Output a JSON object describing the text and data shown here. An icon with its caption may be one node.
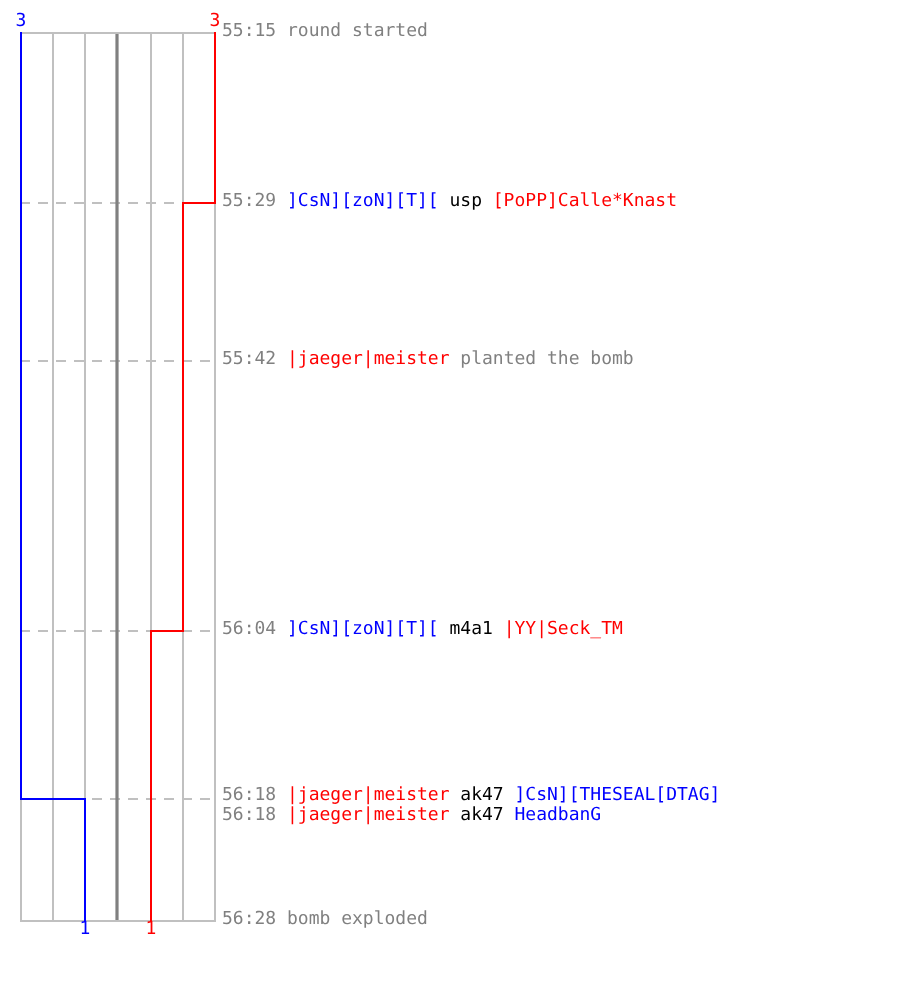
{
  "diagram": {
    "labels": [
      "3",
      "3",
      "55:15",
      "round started",
      "55:29",
      "]CsN][zoN][T][",
      "usp",
      "[PoPP]Calle*Knast",
      "55:42",
      "|jaeger|meister",
      "planted the bomb",
      "56:04",
      "]CsN][zoN][T][",
      "m4a1",
      "|YY|Seck_TM",
      "56:18",
      "|jaeger|meister",
      "ak47",
      "]CsN][THESEAL[DTAG]",
      "56:18",
      "|jaeger|meister",
      "ak47",
      "HeadbanG",
      "56:28",
      "bomb exploded",
      "1",
      "1"
    ]
  }
}
